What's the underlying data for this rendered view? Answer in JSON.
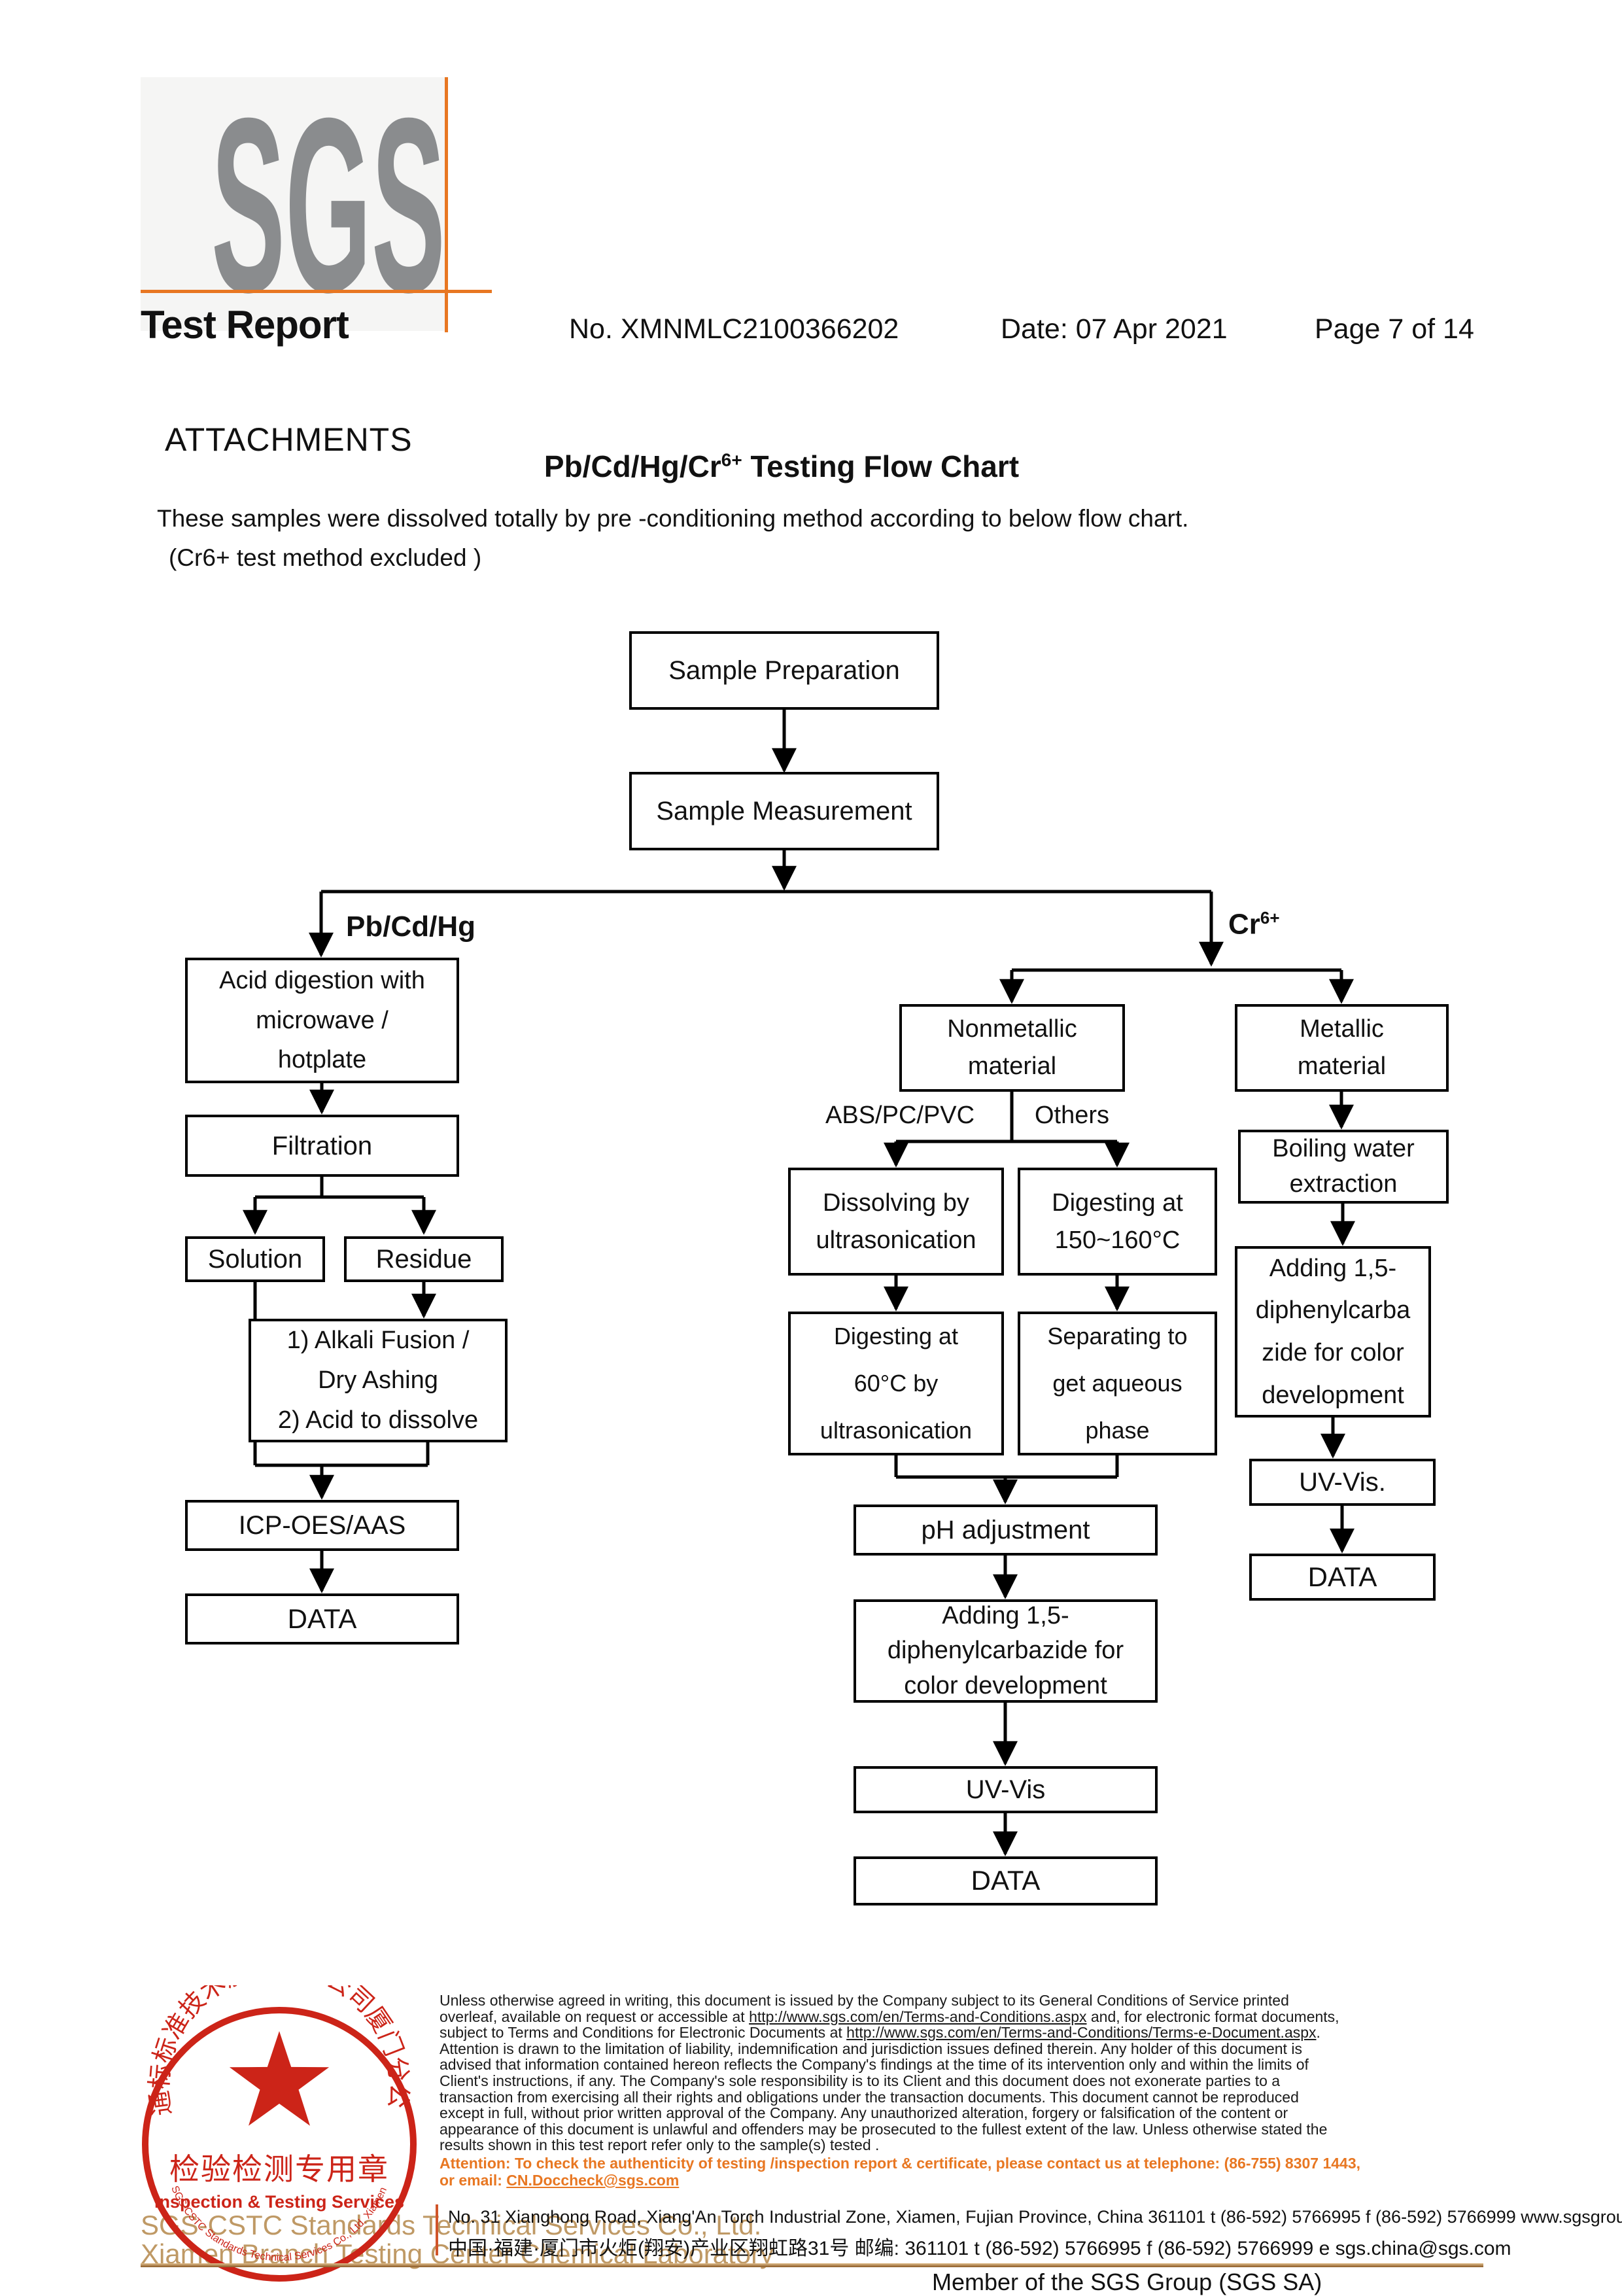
{
  "colors": {
    "accent_orange": "#e87722",
    "stamp_red": "#cc2418",
    "tan_text": "#bf9965",
    "logo_gray": "#8a8c8e"
  },
  "header": {
    "logo_text": "SGS",
    "title": "Test Report",
    "report_no": "No. XMNMLC2100366202",
    "date": "Date: 07 Apr 2021",
    "page": "Page 7 of 14"
  },
  "attachments": {
    "heading": "ATTACHMENTS",
    "chart_title_prefix": "Pb/Cd/Hg/Cr",
    "chart_title_sup": "6+",
    "chart_title_suffix": " Testing Flow Chart",
    "intro_line1": "These samples were dissolved totally by pre -conditioning method according to below flow chart.",
    "intro_line2": "(Cr6+ test method excluded )"
  },
  "flowchart": {
    "labels": {
      "left_branch": "Pb/Cd/Hg",
      "right_branch_prefix": "Cr",
      "right_branch_sup": "6+",
      "nonmetallic_left": "ABS/PC/PVC",
      "nonmetallic_right": "Others"
    },
    "boxes": {
      "sample_preparation": "Sample Preparation",
      "sample_measurement": "Sample Measurement",
      "acid_digestion": "Acid digestion with\nmicrowave /\nhotplate",
      "filtration": "Filtration",
      "solution": "Solution",
      "residue": "Residue",
      "alkali": "1) Alkali Fusion /\nDry Ashing\n2) Acid to dissolve",
      "icp": "ICP-OES/AAS",
      "data_left": "DATA",
      "nonmetallic": "Nonmetallic\nmaterial",
      "metallic": "Metallic\nmaterial",
      "dissolving": "Dissolving by\nultrasonication",
      "digesting_150": "Digesting at\n150~160°C",
      "digesting_60": "Digesting at\n60°C by\nultrasonication",
      "separating": "Separating to\nget aqueous\nphase",
      "ph_adjustment": "pH adjustment",
      "adding_mid": "Adding 1,5-\ndiphenylcarbazide for\ncolor development",
      "uv_vis_mid": "UV-Vis",
      "data_mid": "DATA",
      "boiling": "Boiling water\nextraction",
      "adding_right": "Adding 1,5-\ndiphenylcarba\nzide for color\ndevelopment",
      "uv_vis_right": "UV-Vis.",
      "data_right": "DATA"
    }
  },
  "stamp": {
    "ring_top_text": "通标标准技术服务有限公司厦门分公司",
    "center_line1": "检验检测专用章",
    "center_line2": "Inspection & Testing Services",
    "ring_bottom_text": "SGS-CSTC Standards Technical Services Co., Ltd. Xiamen Branch"
  },
  "footer": {
    "company_line1": "SGS-CSTC Standards Technical Services Co., Ltd.",
    "company_line2": "Xiamen Branch Testing Center Chemical Laboratory",
    "disclaimer_lines": [
      [
        {
          "t": "Unless otherwise agreed in writing, this document is issued by the Company subject to its General Conditions of Service printed"
        }
      ],
      [
        {
          "t": "overleaf, available on request or accessible at "
        },
        {
          "t": "http://www.sgs.com/en/Terms-and-Conditions.aspx",
          "u": true
        },
        {
          "t": " and, for electronic format documents,"
        }
      ],
      [
        {
          "t": "subject to Terms and Conditions for Electronic Documents at "
        },
        {
          "t": "http://www.sgs.com/en/Terms-and-Conditions/Terms-e-Document.aspx",
          "u": true
        },
        {
          "t": "."
        }
      ],
      [
        {
          "t": "Attention is drawn to the limitation of liability, indemnification and jurisdiction issues defined therein. Any holder of this document is"
        }
      ],
      [
        {
          "t": "advised that information contained hereon reflects the Company's findings at the time of its intervention only and within the limits of"
        }
      ],
      [
        {
          "t": "Client's instructions, if any. The Company's sole responsibility is to its Client and this document does not exonerate parties to a"
        }
      ],
      [
        {
          "t": "transaction from exercising all their rights and obligations under the transaction documents. This document cannot be reproduced"
        }
      ],
      [
        {
          "t": "except in full, without prior written approval of the Company. Any unauthorized alteration, forgery or falsification of the content or"
        }
      ],
      [
        {
          "t": "appearance of this document is unlawful and offenders may be prosecuted to the fullest extent of the law. Unless otherwise stated the"
        }
      ],
      [
        {
          "t": "results shown in this test report refer only to the sample(s) tested ."
        }
      ]
    ],
    "attention_lines": [
      [
        {
          "t": "Attention: To check the authenticity of testing /inspection report & certificate, please contact us at telephone: (86-755) 8307 1443,"
        }
      ],
      [
        {
          "t": "or email: "
        },
        {
          "t": "CN.Doccheck@sgs.com",
          "u": true
        }
      ]
    ],
    "address_en": "No. 31 Xianghong Road, Xiang'An Torch Industrial Zone, Xiamen, Fujian Province, China  361101    t (86-592) 5766995    f (86-592) 5766999    www.sgsgroup.com.cn",
    "address_cn": "中国·福建·厦门市火炬(翔安)产业区翔虹路31号        邮编: 361101    t (86-592) 5766995    f (86-592) 5766999    e  sgs.china@sgs.com",
    "member": "Member of the SGS Group (SGS SA)"
  }
}
